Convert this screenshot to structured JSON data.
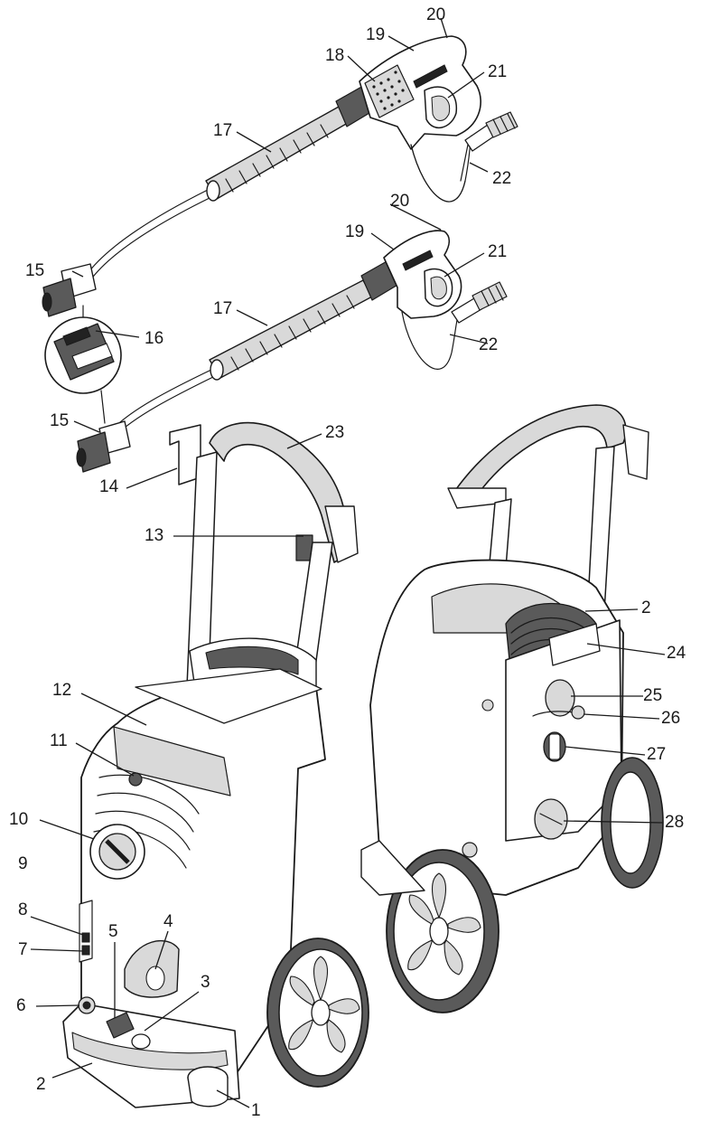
{
  "callouts": {
    "c1": "1",
    "c2a": "2",
    "c2b": "2",
    "c3": "3",
    "c4": "4",
    "c5": "5",
    "c6": "6",
    "c7": "7",
    "c8": "8",
    "c9": "9",
    "c10": "10",
    "c11": "11",
    "c12": "12",
    "c13": "13",
    "c14": "14",
    "c15a": "15",
    "c15b": "15",
    "c16": "16",
    "c17a": "17",
    "c17b": "17",
    "c18": "18",
    "c19a": "19",
    "c19b": "19",
    "c20a": "20",
    "c20b": "20",
    "c21a": "21",
    "c21b": "21",
    "c22a": "22",
    "c22b": "22",
    "c23": "23",
    "c24": "24",
    "c25": "25",
    "c26": "26",
    "c27": "27",
    "c28": "28"
  },
  "colors": {
    "ink": "#1a1a1a",
    "fill_light": "#d9d9d9",
    "fill_mid": "#5a5a5a",
    "background": "#ffffff"
  }
}
